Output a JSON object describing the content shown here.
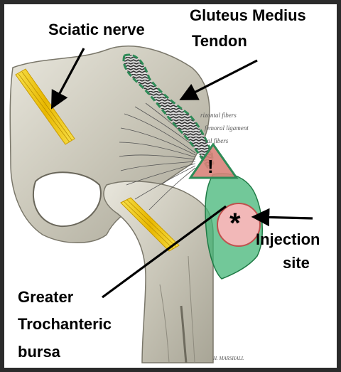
{
  "labels": {
    "sciatic_nerve": "Sciatic nerve",
    "gluteus_medius_line1": "Gluteus Medius",
    "gluteus_medius_line2": "Tendon",
    "injection_line1": "Injection",
    "injection_line2": "site",
    "bursa_line1": "Greater",
    "bursa_line2": "Trochanteric",
    "bursa_line3": "bursa",
    "exclamation": "!",
    "asterisk": "*"
  },
  "illustration_tags": {
    "tag1": "rizontal fibers",
    "tag2": "femoral ligament",
    "tag3": "ral fibers",
    "signature": "H. MARSHALL"
  },
  "colors": {
    "tendon_fill": "#bfbfbf",
    "tendon_border": "#2e8b57",
    "bursa_fill": "#3cb371",
    "triangle_fill": "#d9837a",
    "circle_fill": "#f2b8b8",
    "circle_border": "#c0504d",
    "nerve": "#f5d20a"
  }
}
